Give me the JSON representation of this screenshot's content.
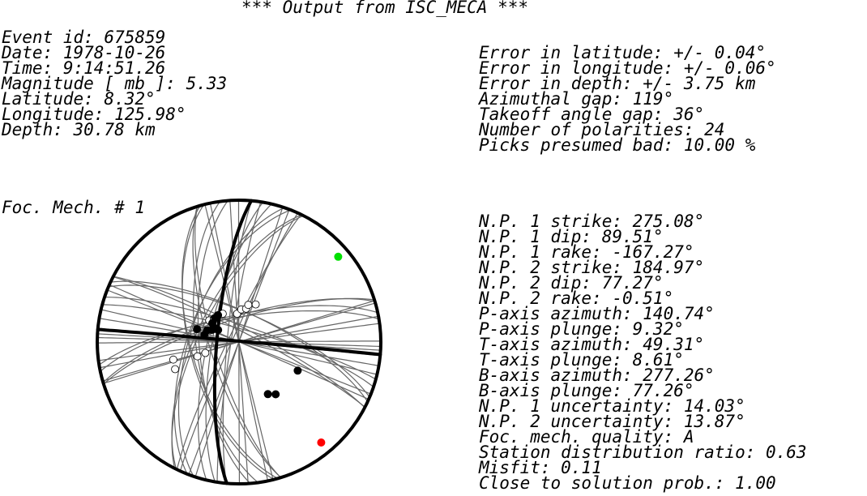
{
  "title": "*** Output from ISC_MECA ***",
  "event": [
    "Event id: 675859",
    "Date: 1978-10-26",
    "Time: 9:14:51.26",
    "Magnitude [ mb ]: 5.33",
    "Latitude: 8.32°",
    "Longitude: 125.98°",
    "Depth: 30.78 km"
  ],
  "errors": [
    "Error in latitude: +/- 0.04°",
    "Error in longitude: +/- 0.06°",
    "Error in depth: +/- 3.75 km",
    "Azimuthal gap: 119°",
    "Takeoff angle gap: 36°",
    "Number of polarities: 24",
    "Picks presumed bad: 10.00 %"
  ],
  "focmech_label": "Foc. Mech. # 1",
  "mechanism": [
    "N.P. 1 strike: 275.08°",
    "N.P. 1 dip: 89.51°",
    "N.P. 1 rake: -167.27°",
    "N.P. 2 strike: 184.97°",
    "N.P. 2 dip: 77.27°",
    "N.P. 2 rake: -0.51°",
    "P-axis azimuth: 140.74°",
    "P-axis plunge: 9.32°",
    "T-axis azimuth: 49.31°",
    "T-axis plunge: 8.61°",
    "B-axis azimuth: 277.26°",
    "B-axis plunge: 77.26°",
    "N.P. 1 uncertainty: 14.03°",
    "N.P. 2 uncertainty: 13.87°",
    "Foc. mech. quality: A",
    "Station distribution ratio: 0.63",
    "Misfit: 0.11",
    "Close to solution prob.: 1.00"
  ],
  "projection": {
    "np1": {
      "strike": 275.08,
      "dip": 89.51
    },
    "np2": {
      "strike": 184.97,
      "dip": 77.27
    },
    "p_axis": {
      "azimuth": 140.74,
      "plunge": 9.32
    },
    "t_axis": {
      "azimuth": 49.31,
      "plunge": 8.61
    },
    "uncertainty_np1": 14.03,
    "uncertainty_np2": 13.87
  },
  "colors": {
    "outline": "#000000",
    "fan": "#666666",
    "compression": "#000000",
    "dilatation": "#ffffff",
    "p_axis": "#ff0000",
    "t_axis": "#00e000"
  },
  "polarities": [
    {
      "azimuth": 306,
      "takeoff_frac": 0.26,
      "polarity": "up"
    },
    {
      "azimuth": 330,
      "takeoff_frac": 0.23,
      "polarity": "up"
    },
    {
      "azimuth": 312,
      "takeoff_frac": 0.24,
      "polarity": "up"
    },
    {
      "azimuth": 356,
      "takeoff_frac": 0.2,
      "polarity": "up"
    },
    {
      "azimuth": 4,
      "takeoff_frac": 0.23,
      "polarity": "up"
    },
    {
      "azimuth": 12,
      "takeoff_frac": 0.24,
      "polarity": "up"
    },
    {
      "azimuth": 14,
      "takeoff_frac": 0.27,
      "polarity": "up"
    },
    {
      "azimuth": 24,
      "takeoff_frac": 0.29,
      "polarity": "up"
    },
    {
      "azimuth": 252,
      "takeoff_frac": 0.25,
      "polarity": "up"
    },
    {
      "azimuth": 251,
      "takeoff_frac": 0.31,
      "polarity": "up"
    },
    {
      "azimuth": 247,
      "takeoff_frac": 0.49,
      "polarity": "up"
    },
    {
      "azimuth": 255,
      "takeoff_frac": 0.48,
      "polarity": "up"
    },
    {
      "azimuth": 315,
      "takeoff_frac": 0.24,
      "polarity": "down"
    },
    {
      "azimuth": 305,
      "takeoff_frac": 0.23,
      "polarity": "down"
    },
    {
      "azimuth": 300,
      "takeoff_frac": 0.21,
      "polarity": "down"
    },
    {
      "azimuth": 294,
      "takeoff_frac": 0.21,
      "polarity": "down"
    },
    {
      "azimuth": 290,
      "takeoff_frac": 0.24,
      "polarity": "down"
    },
    {
      "azimuth": 282,
      "takeoff_frac": 0.25,
      "polarity": "down"
    },
    {
      "azimuth": 287,
      "takeoff_frac": 0.31,
      "polarity": "down"
    },
    {
      "azimuth": 300,
      "takeoff_frac": 0.17,
      "polarity": "down"
    },
    {
      "azimuth": 322,
      "takeoff_frac": 0.24,
      "polarity": "down"
    },
    {
      "azimuth": 116,
      "takeoff_frac": 0.46,
      "polarity": "down"
    },
    {
      "azimuth": 145,
      "takeoff_frac": 0.45,
      "polarity": "down"
    },
    {
      "azimuth": 151,
      "takeoff_frac": 0.42,
      "polarity": "down"
    }
  ]
}
